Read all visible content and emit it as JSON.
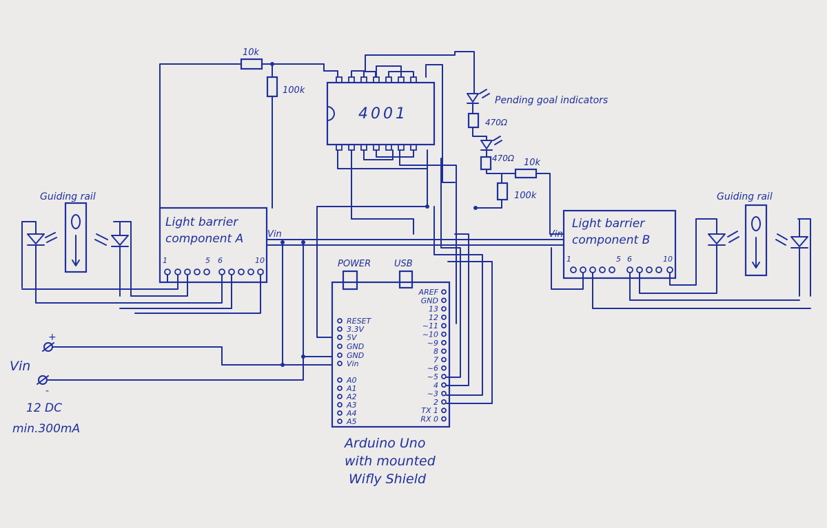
{
  "ink_color": "#1f2f9c",
  "paper_color": "#ecebea",
  "labels": {
    "guiding_rail_left": "Guiding rail",
    "guiding_rail_right": "Guiding rail",
    "light_barrier_a_line1": "Light barrier",
    "light_barrier_a_line2": "component A",
    "light_barrier_b_line1": "Light barrier",
    "light_barrier_b_line2": "component B",
    "ic": "4001",
    "pending_goal": "Pending goal indicators",
    "vin_a": "Vin",
    "vin_b": "Vin",
    "supply_vin": "Vin",
    "supply_spec_1": "12 DC",
    "supply_spec_2": "min.300mA",
    "plus": "+",
    "minus": "-",
    "arduino_line1": "Arduino Uno",
    "arduino_line2": "with mounted",
    "arduino_line3": "Wifly Shield",
    "power": "POWER",
    "usb": "USB"
  },
  "resistors": {
    "r_top_10k": "10k",
    "r_top_100k": "100k",
    "r_led1_470": "470Ω",
    "r_led2_470": "470Ω",
    "r_right_10k": "10k",
    "r_right_100k": "100k"
  },
  "pin_labels_a": {
    "p1": "1",
    "p5": "5",
    "p6": "6",
    "p10": "10"
  },
  "pin_labels_b": {
    "p1": "1",
    "p5": "5",
    "p6": "6",
    "p10": "10"
  },
  "arduino_left_pins": [
    "RESET",
    "3.3V",
    "5V",
    "GND",
    "GND",
    "Vin",
    "A0",
    "A1",
    "A2",
    "A3",
    "A4",
    "A5"
  ],
  "arduino_right_pins": [
    "AREF",
    "GND",
    "13",
    "12",
    "~11",
    "~10",
    "~9",
    "8",
    "7",
    "~6",
    "~5",
    "4",
    "~3",
    "2",
    "TX 1",
    "RX 0"
  ]
}
